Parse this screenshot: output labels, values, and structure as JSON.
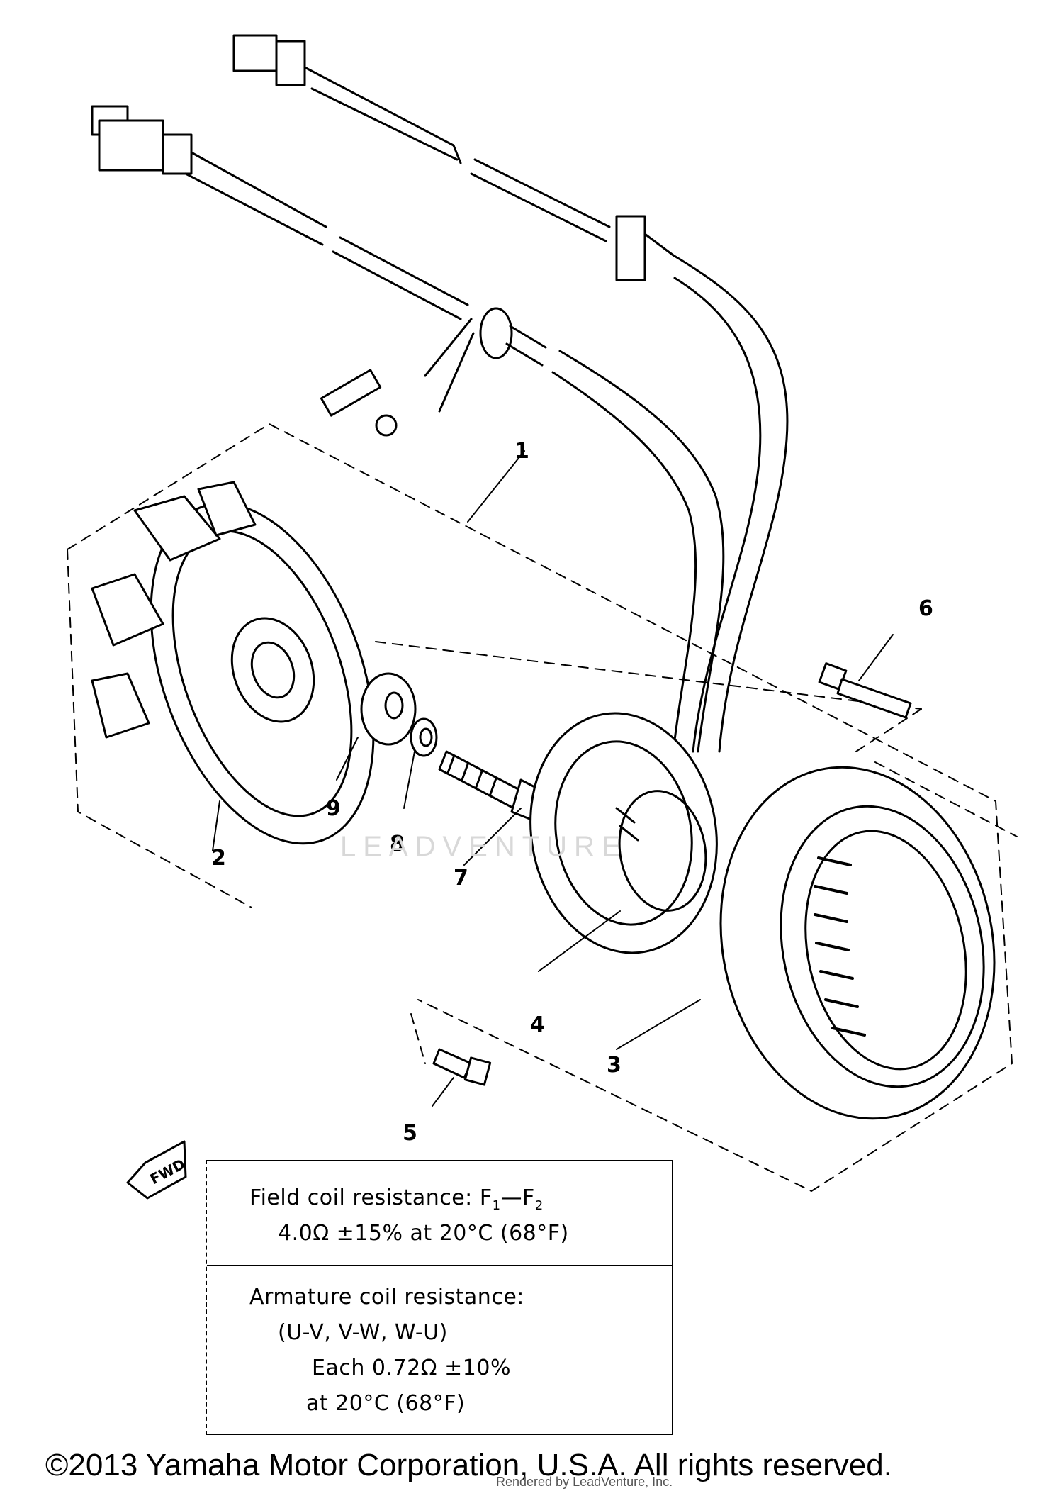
{
  "parts": {
    "p1": "1",
    "p2": "2",
    "p3": "3",
    "p4": "4",
    "p5": "5",
    "p6": "6",
    "p7": "7",
    "p8": "8",
    "p9": "9"
  },
  "fwd_label": "FWD",
  "spec": {
    "field_title": "Field coil resistance: F",
    "field_sub1": "1",
    "field_dash": "—F",
    "field_sub2": "2",
    "field_value": "4.0Ω ±15% at 20°C (68°F)",
    "armature_title": "Armature coil resistance:",
    "armature_pairs": "(U-V, V-W, W-U)",
    "armature_value": "Each 0.72Ω ±10%",
    "armature_temp": "at 20°C (68°F)"
  },
  "watermark": "LEADVENTURE",
  "copyright": "©2013 Yamaha Motor Corporation, U.S.A. All rights reserved.",
  "credit": "Rendered by LeadVenture, Inc."
}
